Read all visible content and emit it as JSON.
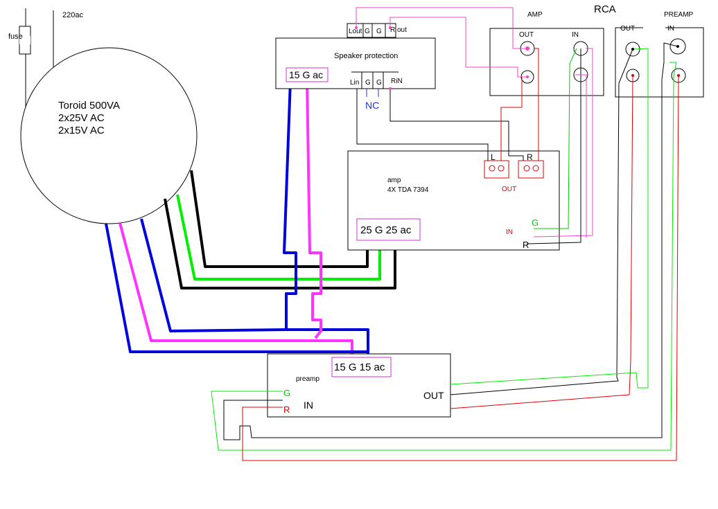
{
  "labels": {
    "mains": "220ac",
    "fuse": "fuse",
    "transformer_name": "Toroid 500VA",
    "transformer_line1": "2x25V AC",
    "transformer_line2": "2x15V AC",
    "rca_title": "RCA",
    "amp_rca_title": "AMP",
    "amp_rca_out": "OUT",
    "amp_rca_in": "IN",
    "preamp_rca_title": "PREAMP",
    "preamp_rca_out": "OUT",
    "preamp_rca_in": "IN",
    "speaker_protection": "Speaker protection",
    "sp_supply": "15 G ac",
    "sp_lout": "Lout",
    "sp_out_g1": "G",
    "sp_out_g2": "G",
    "sp_rout": "R out",
    "sp_lin": "Lin",
    "sp_in_g1": "G",
    "sp_in_g2": "G",
    "sp_rin": "RiN",
    "sp_nc": "NC",
    "amp_title": "amp",
    "amp_chip": "4X TDA 7394",
    "amp_supply": "25 G 25 ac",
    "amp_out": "OUT",
    "amp_in": "IN",
    "amp_term_l": "L",
    "amp_term_r": "R",
    "amp_in_g": "G",
    "amp_in_r": "R",
    "preamp_title": "preamp",
    "preamp_supply": "15 G 15 ac",
    "preamp_in": "IN",
    "preamp_out": "OUT",
    "preamp_in_g": "G",
    "preamp_in_r": "R"
  },
  "colors": {
    "black": "#000000",
    "blue": "#0000dd",
    "magenta": "#ff33ff",
    "green": "#00ee00",
    "red": "#dd0000",
    "thin_magenta": "#ee44cc",
    "nc_blue": "#2233cc"
  }
}
